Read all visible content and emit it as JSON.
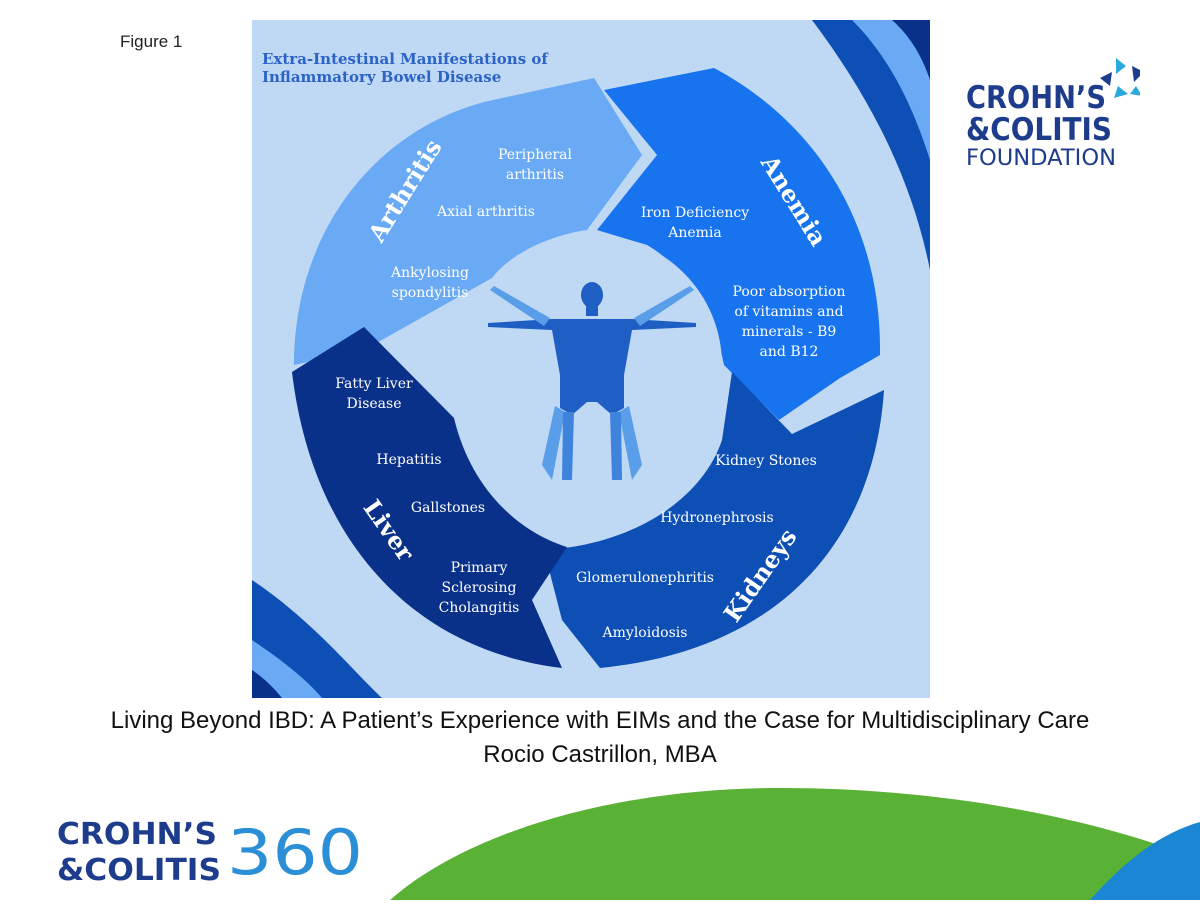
{
  "figure_label": "Figure 1",
  "diagram": {
    "title_line1": "Extra-Intestinal Manifestations of",
    "title_line2": "Inflammatory Bowel Disease",
    "center_figure_icon": "human-figure-icon",
    "segments": {
      "arthritis": {
        "label": "Arthritis",
        "color": "#6aaaf5",
        "items": [
          "Peripheral",
          "arthritis",
          "Axial arthritis",
          "Ankylosing",
          "spondylitis"
        ]
      },
      "anemia": {
        "label": "Anemia",
        "color": "#1773ee",
        "items": [
          "Iron Deficiency",
          "Anemia",
          "Poor absorption",
          "of vitamins and",
          "minerals - B9",
          "and B12"
        ]
      },
      "kidneys": {
        "label": "Kidneys",
        "color": "#0d4fb5",
        "items": [
          "Kidney Stones",
          "Hydronephrosis",
          "Glomerulonephritis",
          "Amyloidosis"
        ]
      },
      "liver": {
        "label": "Liver",
        "color": "#0a3189",
        "items": [
          "Fatty Liver",
          "Disease",
          "Hepatitis",
          "Gallstones",
          "Primary",
          "Sclerosing",
          "Cholangitis"
        ]
      }
    }
  },
  "caption": {
    "title": "Living Beyond IBD: A Patient’s Experience with EIMs and the Case for Multidisciplinary Care",
    "author": "Rocio Castrillon, MBA"
  },
  "logo_top": {
    "line1": "CROHN’S",
    "line2": "&COLITIS",
    "line3": "FOUNDATION",
    "icon": "foundation-star-icon",
    "color": "#1d3c8c",
    "accent": "#2aa9df"
  },
  "logo_bottom": {
    "line1": "CROHN’S",
    "line2": "&COLITIS",
    "number": "360",
    "color": "#1d3c8c",
    "accent": "#2a8fd6"
  },
  "decor": {
    "green": "#59b135",
    "blue": "#1b86d3"
  }
}
